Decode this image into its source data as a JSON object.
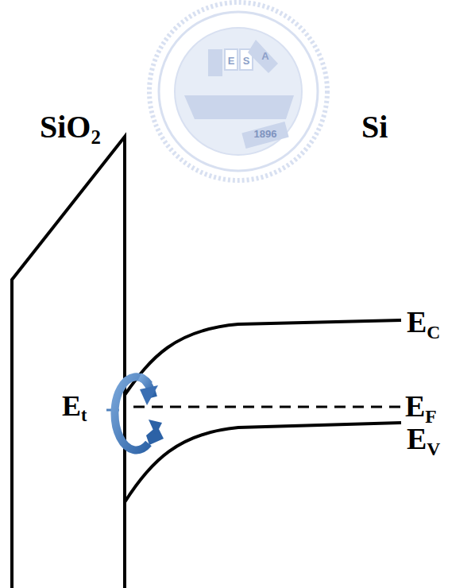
{
  "diagram": {
    "labels": [
      "SiO2",
      "Si",
      "EC",
      "Et",
      "EF",
      "EV",
      "E",
      "S",
      "A",
      "1896"
    ]
  }
}
